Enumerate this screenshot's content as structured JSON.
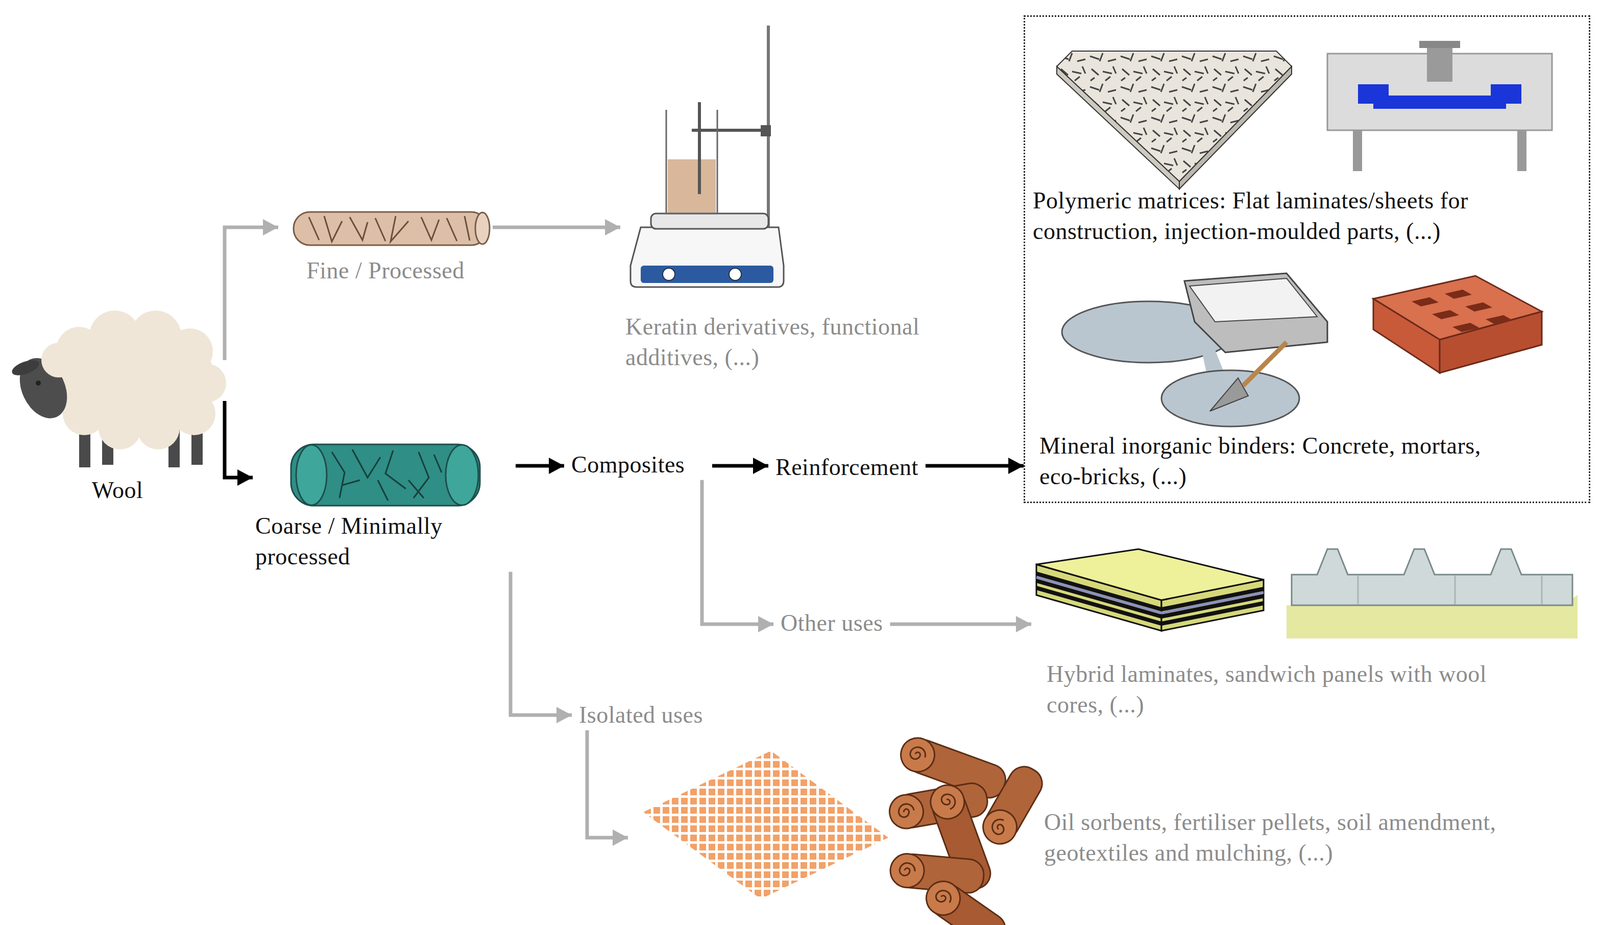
{
  "diagram": {
    "nodes": [
      {
        "text": [
          "Wool"
        ]
      },
      {
        "text": [
          "Fine / Processed"
        ]
      },
      {
        "text": [
          "Keratin derivatives, functional additives, (...)"
        ]
      },
      {
        "text": [
          "Coarse / Minimally processed"
        ]
      },
      {
        "text": [
          "Composites"
        ]
      },
      {
        "text": [
          "Reinforcement"
        ]
      },
      {
        "text": []
      },
      {
        "text": [
          "Polymeric matrices: Flat laminates/sheets for construction, injection-moulded parts, (...)"
        ],
        "in": 6
      },
      {
        "text": [
          "Mineral inorganic binders: Concrete, mortars, eco-bricks, (...)"
        ],
        "in": 6
      },
      {
        "text": [
          "Other uses"
        ]
      },
      {
        "text": [
          "Hybrid laminates, sandwich panels with wool cores, (...)"
        ]
      },
      {
        "text": [
          "Isolated uses"
        ]
      },
      {
        "text": [
          "Oil sorbents, fertiliser pellets, soil amendment, geotextiles and mulching, (...)"
        ]
      }
    ],
    "edges": [
      {
        "from": 0,
        "to": 1,
        "arrow": "to"
      },
      {
        "from": 0,
        "to": 3,
        "arrow": "to"
      },
      {
        "from": 1,
        "to": 2,
        "arrow": "to"
      },
      {
        "from": 3,
        "to": 4,
        "arrow": "to"
      },
      {
        "from": 4,
        "to": 5,
        "arrow": "to"
      },
      {
        "from": 5,
        "to": 6,
        "arrow": "to"
      },
      {
        "from": 4,
        "to": 9,
        "arrow": "to"
      },
      {
        "from": 9,
        "to": 10,
        "arrow": "to"
      },
      {
        "from": 3,
        "to": 11,
        "arrow": "to"
      },
      {
        "from": 11,
        "to": 12,
        "arrow": "to"
      }
    ]
  }
}
